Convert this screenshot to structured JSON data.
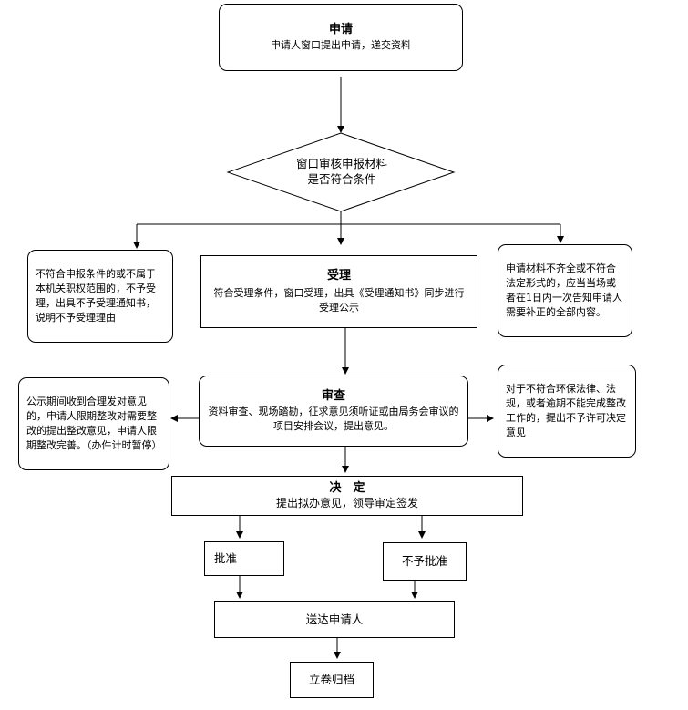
{
  "nodes": {
    "apply": {
      "title": "申请",
      "body": "申请人窗口提出申请，递交资料"
    },
    "review_window": {
      "line1": "窗口审核申报材料",
      "line2": "是否符合条件"
    },
    "reject_scope": {
      "body": "不符合申报条件的或不属于本机关职权范围的，不予受理，出具不予受理通知书，说明不予受理理由"
    },
    "accept": {
      "title": "受理",
      "body": "符合受理条件，窗口受理，出具《受理通知书》同步进行受理公示"
    },
    "incomplete": {
      "body": "申请材料不齐全或不符合法定形式的，应当当场或者在1日内一次告知申请人需要补正的全部内容。"
    },
    "objection": {
      "body": "公示期间收到合理发对意见的，申请人限期整改对需要整改的提出整改意见，申请人限期整改完善。（办件计时暂停）"
    },
    "examine": {
      "title": "审查",
      "body": "资料审查、现场踏勘，征求意见须听证或由局务会审议的项目安排会议，提出意见。"
    },
    "deny_env": {
      "body": "对于不符合环保法律、法规，或者逾期不能完成整改工作的，提出不予许可决定意见"
    },
    "decide": {
      "title": "决　定",
      "body": "提出拟办意见，领导审定签发"
    },
    "approve": {
      "label": "批准"
    },
    "not_approve": {
      "label": "不予批准"
    },
    "deliver": {
      "label": "送达申请人"
    },
    "archive": {
      "label": "立卷归档"
    }
  }
}
